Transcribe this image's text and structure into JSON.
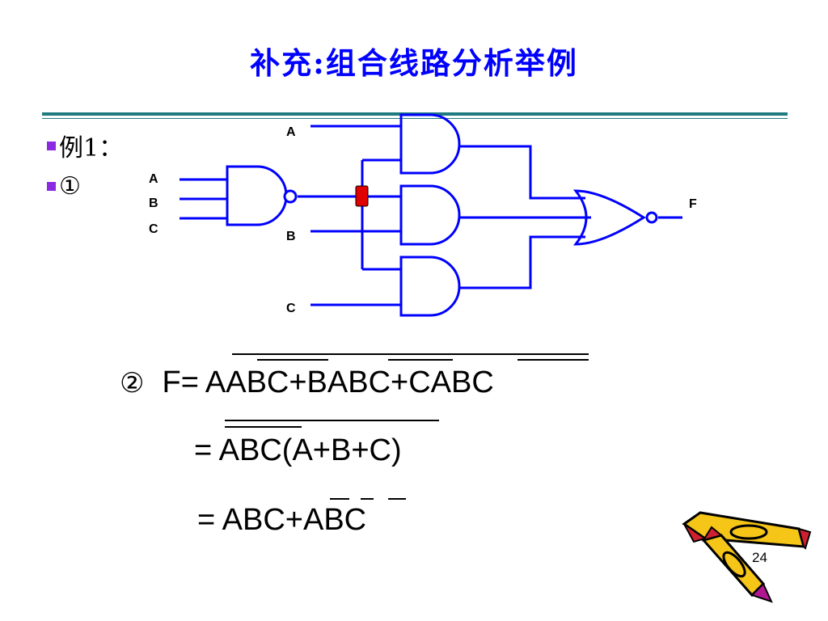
{
  "title": "补充:组合线路分析举例",
  "bullets": [
    {
      "text": "例1："
    },
    {
      "text": "①"
    }
  ],
  "circuit_labels": {
    "nand_input_a": "A",
    "nand_input_b": "B",
    "nand_input_c": "C",
    "and1_input": "A",
    "and2_input": "B",
    "and3_input": "C",
    "output": "F"
  },
  "equations": {
    "line1_marker": "②",
    "line1_lhs": "F=",
    "line1_rhs": "AABC+BABC+CABC",
    "line2": "= ABC(A+B+C)",
    "line3": "= ABC+ABC"
  },
  "page_number": "24",
  "colors": {
    "title": "#0000ff",
    "wire": "#0000ff",
    "rule": "#1f7b80",
    "bullet": "#8a2be2",
    "probe": "#e00000"
  },
  "icons": [
    "pencil-icon",
    "pencil-icon"
  ]
}
